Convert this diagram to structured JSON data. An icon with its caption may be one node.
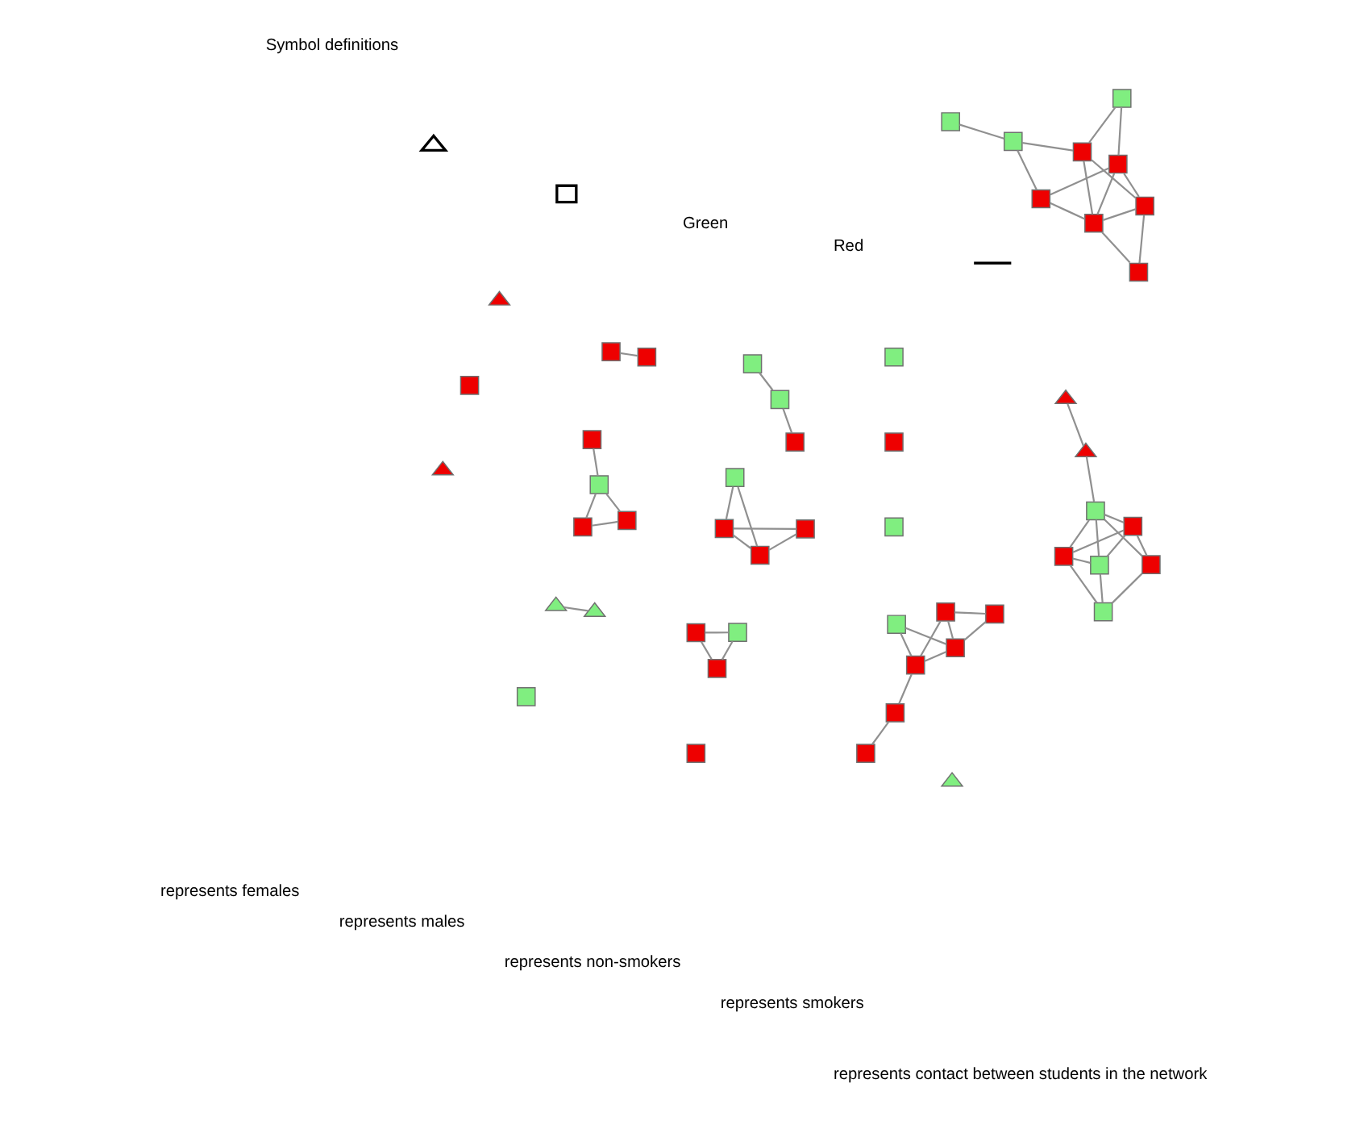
{
  "diagram": {
    "nodes": [
      {
        "text": [],
        "shape": "box"
      },
      {
        "text": [],
        "shape": "box"
      },
      {
        "text": [],
        "shape": "box"
      },
      {
        "text": [],
        "shape": "box"
      },
      {
        "text": [],
        "shape": "box"
      },
      {
        "text": [],
        "shape": "triangle"
      },
      {
        "text": [],
        "shape": "box"
      },
      {
        "text": [],
        "shape": "triangle"
      },
      {
        "text": [],
        "shape": "triangle"
      },
      {
        "text": [],
        "shape": "box"
      },
      {
        "text": [],
        "shape": "box"
      },
      {
        "text": [],
        "shape": "box"
      },
      {
        "text": [],
        "shape": "box"
      },
      {
        "text": [],
        "shape": "box"
      },
      {
        "text": [],
        "shape": "box"
      },
      {
        "text": [],
        "shape": "box"
      },
      {
        "text": [],
        "shape": "box"
      },
      {
        "text": [],
        "shape": "box"
      },
      {
        "text": [],
        "shape": "box"
      },
      {
        "text": [],
        "shape": "box"
      },
      {
        "text": [],
        "shape": "box"
      },
      {
        "text": [],
        "shape": "box"
      },
      {
        "text": [],
        "shape": "box"
      },
      {
        "text": [],
        "shape": "box"
      },
      {
        "text": [],
        "shape": "triangle"
      },
      {
        "text": [],
        "shape": "triangle"
      },
      {
        "text": [],
        "shape": "box"
      },
      {
        "text": [],
        "shape": "box"
      },
      {
        "text": [],
        "shape": "box"
      },
      {
        "text": [],
        "shape": "box"
      },
      {
        "text": [],
        "shape": "box"
      },
      {
        "text": [],
        "shape": "box"
      },
      {
        "text": [],
        "shape": "box"
      },
      {
        "text": [],
        "shape": "box"
      },
      {
        "text": [],
        "shape": "box"
      },
      {
        "text": [],
        "shape": "box"
      },
      {
        "text": [],
        "shape": "box"
      },
      {
        "text": [],
        "shape": "box"
      },
      {
        "text": [],
        "shape": "triangle"
      },
      {
        "text": [],
        "shape": "triangle"
      },
      {
        "text": [],
        "shape": "box"
      },
      {
        "text": [],
        "shape": "box"
      },
      {
        "text": [],
        "shape": "box"
      },
      {
        "text": [],
        "shape": "box"
      },
      {
        "text": [],
        "shape": "box"
      },
      {
        "text": [],
        "shape": "box"
      },
      {
        "text": [],
        "shape": "box"
      },
      {
        "text": [],
        "shape": "box"
      },
      {
        "text": [],
        "shape": "box"
      },
      {
        "text": [],
        "shape": "box"
      },
      {
        "text": [],
        "shape": "box"
      }
    ],
    "edges": [
      {
        "from": 9,
        "to": 10,
        "arrow": "none"
      },
      {
        "from": 9,
        "to": 11,
        "arrow": "none"
      },
      {
        "from": 10,
        "to": 11,
        "arrow": "none"
      },
      {
        "from": 10,
        "to": 12,
        "arrow": "none"
      },
      {
        "from": 10,
        "to": 13,
        "arrow": "none"
      },
      {
        "from": 12,
        "to": 13,
        "arrow": "none"
      },
      {
        "from": 13,
        "to": 11,
        "arrow": "none"
      },
      {
        "from": 11,
        "to": 14,
        "arrow": "none"
      },
      {
        "from": 14,
        "to": 15,
        "arrow": "none"
      },
      {
        "from": 17,
        "to": 16,
        "arrow": "none"
      },
      {
        "from": 17,
        "to": 18,
        "arrow": "none"
      },
      {
        "from": 16,
        "to": 18,
        "arrow": "none"
      },
      {
        "from": 18,
        "to": 19,
        "arrow": "none"
      },
      {
        "from": 20,
        "to": 21,
        "arrow": "none"
      },
      {
        "from": 20,
        "to": 22,
        "arrow": "none"
      },
      {
        "from": 21,
        "to": 22,
        "arrow": "none"
      },
      {
        "from": 20,
        "to": 23,
        "arrow": "none"
      },
      {
        "from": 23,
        "to": 22,
        "arrow": "none"
      },
      {
        "from": 24,
        "to": 25,
        "arrow": "none"
      },
      {
        "from": 26,
        "to": 27,
        "arrow": "none"
      },
      {
        "from": 26,
        "to": 28,
        "arrow": "none"
      },
      {
        "from": 28,
        "to": 27,
        "arrow": "none"
      },
      {
        "from": 29,
        "to": 31,
        "arrow": "none"
      },
      {
        "from": 31,
        "to": 32,
        "arrow": "none"
      },
      {
        "from": 31,
        "to": 34,
        "arrow": "none"
      },
      {
        "from": 30,
        "to": 32,
        "arrow": "none"
      },
      {
        "from": 30,
        "to": 33,
        "arrow": "none"
      },
      {
        "from": 34,
        "to": 33,
        "arrow": "none"
      },
      {
        "from": 34,
        "to": 35,
        "arrow": "none"
      },
      {
        "from": 32,
        "to": 35,
        "arrow": "none"
      },
      {
        "from": 32,
        "to": 36,
        "arrow": "none"
      },
      {
        "from": 33,
        "to": 35,
        "arrow": "none"
      },
      {
        "from": 33,
        "to": 36,
        "arrow": "none"
      },
      {
        "from": 35,
        "to": 36,
        "arrow": "none"
      },
      {
        "from": 35,
        "to": 37,
        "arrow": "none"
      },
      {
        "from": 36,
        "to": 37,
        "arrow": "none"
      },
      {
        "from": 38,
        "to": 39,
        "arrow": "none"
      },
      {
        "from": 39,
        "to": 40,
        "arrow": "none"
      },
      {
        "from": 40,
        "to": 41,
        "arrow": "none"
      },
      {
        "from": 40,
        "to": 43,
        "arrow": "none"
      },
      {
        "from": 40,
        "to": 45,
        "arrow": "none"
      },
      {
        "from": 40,
        "to": 42,
        "arrow": "none"
      },
      {
        "from": 41,
        "to": 42,
        "arrow": "none"
      },
      {
        "from": 41,
        "to": 45,
        "arrow": "none"
      },
      {
        "from": 41,
        "to": 43,
        "arrow": "none"
      },
      {
        "from": 43,
        "to": 42,
        "arrow": "none"
      },
      {
        "from": 43,
        "to": 44,
        "arrow": "none"
      },
      {
        "from": 45,
        "to": 44,
        "arrow": "none"
      },
      {
        "from": 42,
        "to": 44,
        "arrow": "none"
      },
      {
        "from": 46,
        "to": 47,
        "arrow": "none"
      },
      {
        "from": 48,
        "to": 49,
        "arrow": "none"
      },
      {
        "from": 49,
        "to": 50,
        "arrow": "none"
      }
    ],
    "labels": [
      "Symbol definitions",
      "Green",
      "Red"
    ],
    "legend": [
      {
        "text": "represents females"
      },
      {
        "text": "represents males"
      },
      {
        "text": "represents non-smokers"
      },
      {
        "text": "represents smokers"
      },
      {
        "text": "represents contact between students in the network"
      }
    ]
  }
}
